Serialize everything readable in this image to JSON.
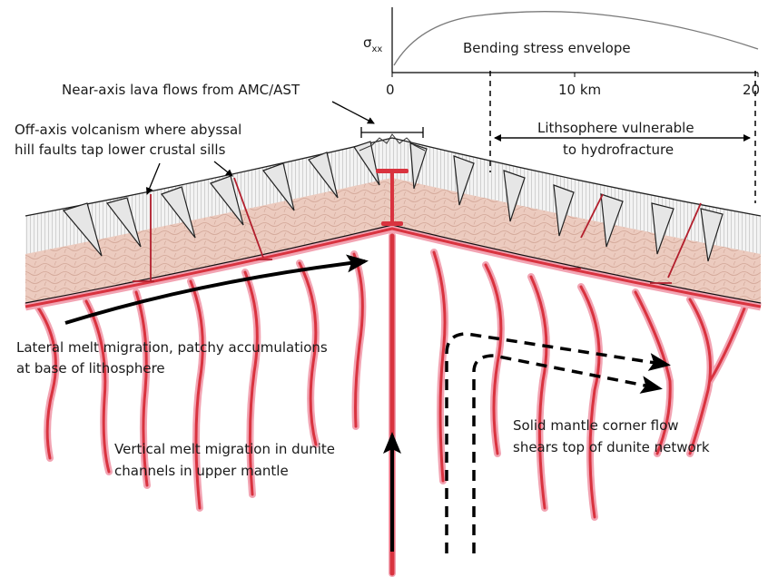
{
  "figure": {
    "stress_axis": {
      "ylabel": "σ",
      "ylabel_subscript": "xx",
      "curve_label": "Bending stress envelope",
      "tick_labels": [
        "0",
        "10 km",
        "20"
      ]
    },
    "labels": {
      "near_axis": "Near-axis lava flows from AMC/AST",
      "off_axis_line1": "Off-axis volcanism where abyssal",
      "off_axis_line2": "hill faults tap lower crustal sills",
      "lithosphere_line1": "Lithsophere vulnerable",
      "lithosphere_line2": "to hydrofracture",
      "lateral_line1": "Lateral melt migration, patchy accumulations",
      "lateral_line2": "at base of lithosphere",
      "vertical_line1": "Vertical melt migration in dunite",
      "vertical_line2": "channels in upper mantle",
      "corner_line1": "Solid mantle corner flow",
      "corner_line2": "shears top of dunite network"
    }
  },
  "colors": {
    "crust_fill": "#eccbbf",
    "crust_cells": "#d2a697",
    "lava_fill": "#f0f0f0",
    "melt": "#d9333f",
    "melt_halo": "#f2a4b3"
  }
}
